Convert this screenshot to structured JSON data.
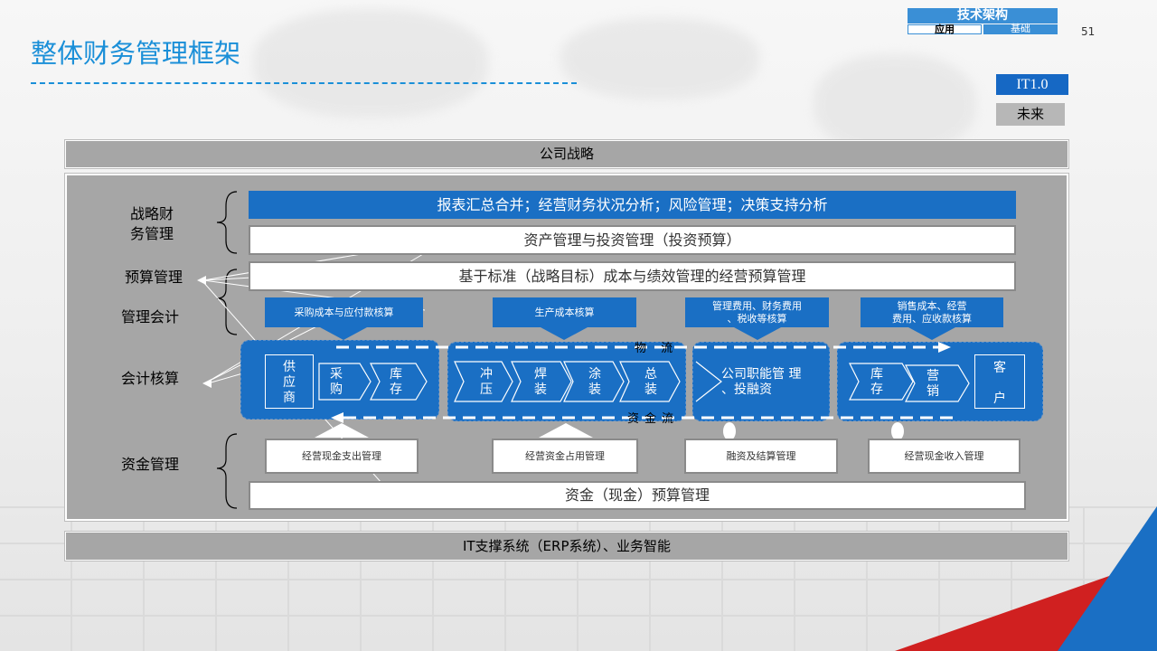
{
  "title": "整体财务管理框架",
  "page_number": "51",
  "tech_arch": {
    "title": "技术架构",
    "left": "应用",
    "right": "基础"
  },
  "legend": {
    "it": "IT1.0",
    "future": "未来"
  },
  "strategy_band": "公司战略",
  "it_band": "IT支撑系统（ERP系统）、业务智能",
  "side_labels": {
    "strategic_finance": "战略财\n务管理",
    "budget": "预算管理",
    "mgmt_accounting": "管理会计",
    "accounting": "会计核算",
    "funds": "资金管理"
  },
  "bars": {
    "reporting": "报表汇总合并；经营财务状况分析；风险管理；决策支持分析",
    "asset": "资产管理与投资管理（投资预算）",
    "budget": "基于标准（战略目标）成本与绩效管理的经营预算管理",
    "cash_budget": "资金（现金）预算管理"
  },
  "cost_boxes": [
    "采购成本与应付款核算",
    "生产成本核算",
    "管理费用、财务费用\n、税收等核算",
    "销售成本、经营\n费用、应收款核算"
  ],
  "flows": {
    "goods": "物 流",
    "funds": "资金流"
  },
  "procure_group": {
    "supplier": "供\n应\n商",
    "buy": "采\n购",
    "stock": "库\n存"
  },
  "production_group": {
    "stamp": "冲\n压",
    "weld": "焊\n装",
    "paint": "涂\n装",
    "assemble": "总\n装"
  },
  "function_group": {
    "label": "公司职能管 理\n、投融资"
  },
  "sales_group": {
    "stock": "库\n存",
    "sell": "营\n销",
    "customer": "客\n\n户"
  },
  "fund_boxes": [
    "经营现金支出管理",
    "经营资金占用管理",
    "融资及结算管理",
    "经营现金收入管理"
  ],
  "colors": {
    "accent": "#1a8fd8",
    "block": "#1a6fc4",
    "panel": "#a6a6a6",
    "stripe_red": "#d02020",
    "stripe_blue": "#1a6fc4"
  }
}
